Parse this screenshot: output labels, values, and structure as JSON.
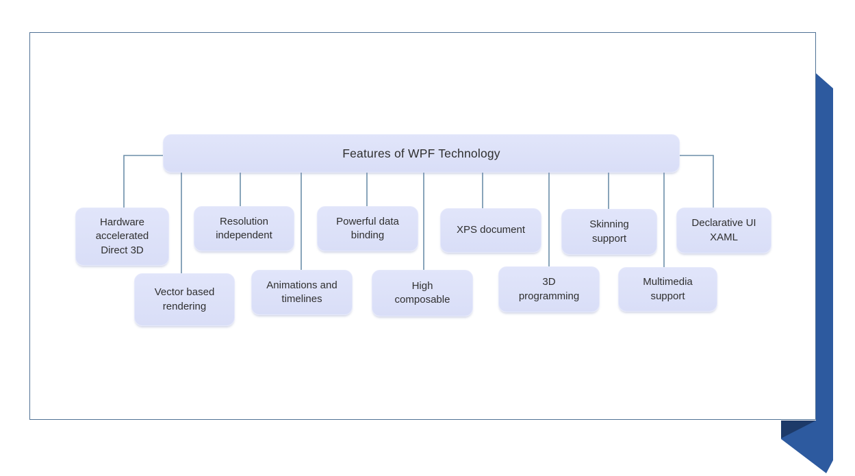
{
  "diagram": {
    "title": "Features of WPF Technology",
    "nodes": [
      {
        "id": "hardware-accelerated-direct-3d",
        "label": "Hardware\naccelerated\nDirect 3D"
      },
      {
        "id": "vector-based-rendering",
        "label": "Vector based\nrendering"
      },
      {
        "id": "resolution-independent",
        "label": "Resolution\nindependent"
      },
      {
        "id": "animations-and-timelines",
        "label": "Animations and\ntimelines"
      },
      {
        "id": "powerful-data-binding",
        "label": "Powerful data\nbinding"
      },
      {
        "id": "high-composable",
        "label": "High\ncomposable"
      },
      {
        "id": "xps-document",
        "label": "XPS document"
      },
      {
        "id": "3d-programming",
        "label": "3D\nprogramming"
      },
      {
        "id": "skinning-support",
        "label": "Skinning\nsupport"
      },
      {
        "id": "multimedia-support",
        "label": "Multimedia\nsupport"
      },
      {
        "id": "declarative-ui-xaml",
        "label": "Declarative UI\nXAML"
      }
    ],
    "colors": {
      "node_fill": "#dbe0f8",
      "connector": "#6b8ea9",
      "page_border": "#4e7094",
      "ribbon": "#2d5a9f",
      "ribbon_fold": "#1d3a69",
      "text": "#2f2f2f"
    }
  }
}
